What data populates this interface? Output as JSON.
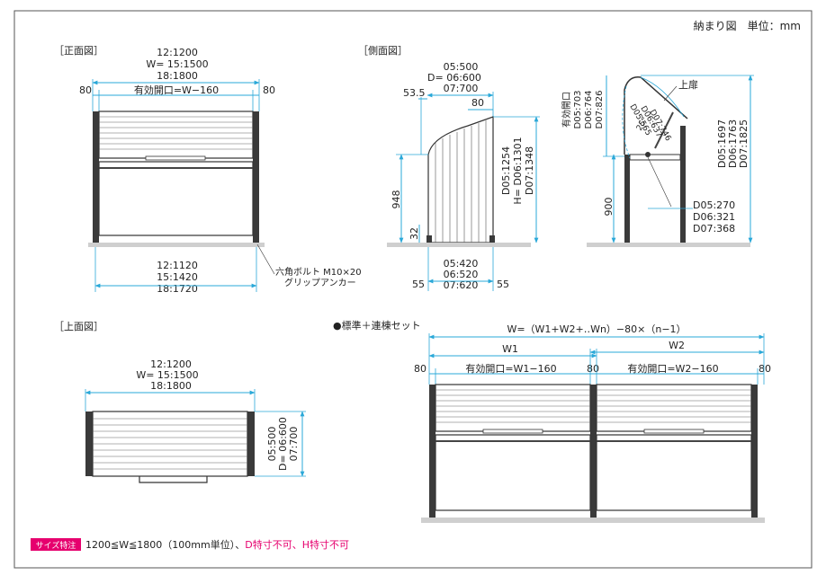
{
  "header": {
    "title": "納まり図　単位：mm"
  },
  "front": {
    "label": "［正面図］",
    "top_w": [
      "12:1200",
      "W= 15:1500",
      "18:1800"
    ],
    "left_margin": "80",
    "right_margin": "80",
    "opening": "有効開口=W−160",
    "bottom_w": [
      "12:1120",
      "15:1420",
      "18:1720"
    ],
    "bolt_note": [
      "六角ボルト M10×20",
      "グリップアンカー"
    ]
  },
  "side": {
    "label": "［側面図］",
    "top_d": [
      "05:500",
      "D= 06:600",
      "07:700"
    ],
    "offset": "53.5",
    "roof": "80",
    "h948": "948",
    "h32": "32",
    "height": [
      "D05:1254",
      "H= D06:1301",
      "D07:1348"
    ],
    "base_d": [
      "05:420",
      "06:520",
      "07:620"
    ],
    "left_55": "55",
    "right_55": "55"
  },
  "side_open": {
    "upper_door": "上扉",
    "opening": [
      "有効開口",
      "D05:703",
      "D06:764",
      "D07:826"
    ],
    "arc": [
      "D05:565",
      "D06:637",
      "D07:746"
    ],
    "angle": "25°",
    "h900": "900",
    "total_h": [
      "D05:1697",
      "D06:1763",
      "D07:1825"
    ],
    "depth": [
      "D05:270",
      "D06:321",
      "D07:368"
    ]
  },
  "top_view": {
    "label": "［上面図］",
    "w": [
      "12:1200",
      "W= 15:1500",
      "18:1800"
    ],
    "d": [
      "05:500",
      "D= 06:600",
      "07:700"
    ]
  },
  "linked": {
    "label": "●標準＋連棟セット",
    "formula": "W=（W1+W2+‥Wn）−80×（n−1）",
    "w1": "W1",
    "w2": "W2",
    "m_left": "80",
    "m_mid": "80",
    "m_right": "80",
    "open1": "有効開口=W1−160",
    "open2": "有効開口=W2−160"
  },
  "footer": {
    "badge": "サイズ特注",
    "range": "1200≦W≦1800（100mm単位）、",
    "note": "D特寸不可、H特寸不可",
    "colors": {
      "badge_bg": "#e6006e",
      "note": "#e6006e",
      "dim": "#2aa8d8"
    }
  }
}
